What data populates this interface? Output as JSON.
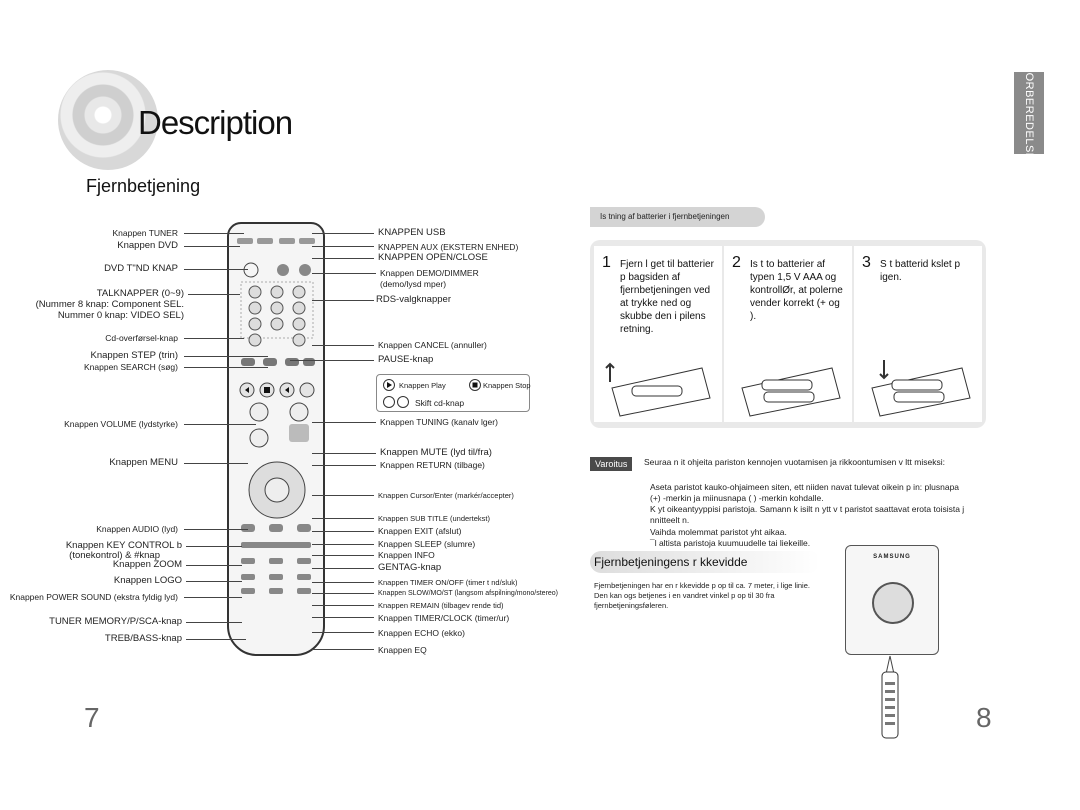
{
  "page": {
    "title": "Description",
    "subtitle": "Fjernbetjening",
    "side_tab": "FORBEREDELSE",
    "page_left": "7",
    "page_right": "8"
  },
  "left_labels": [
    "Knappen TUNER",
    "Knappen DVD",
    "DVD T\"ND KNAP",
    "TALKNAPPER (0~9)",
    "(Nummer 8 knap: Component SEL.",
    "Nummer 0 knap: VIDEO SEL)",
    "Cd-overførsel-knap",
    "Knappen STEP (trin)",
    "Knappen SEARCH (søg)",
    "Knappen VOLUME (lydstyrke)",
    "Knappen MENU",
    "Knappen AUDIO (lyd)",
    "Knappen KEY CONTROL b",
    "(tonekontrol) & #knap",
    "Knappen ZOOM",
    "Knappen LOGO",
    "Knappen POWER SOUND (ekstra fyldig lyd)",
    "TUNER MEMORY/P/SCA-knap",
    "TREB/BASS-knap"
  ],
  "right_labels": [
    "KNAPPEN USB",
    "KNAPPEN AUX (EKSTERN ENHED)",
    "KNAPPEN OPEN/CLOSE",
    "Knappen DEMO/DIMMER",
    "(demo/lysd mper)",
    "RDS-valgknapper",
    "Knappen CANCEL (annuller)",
    "PAUSE-knap",
    "Knappen Play",
    "Knappen Stop",
    "Skift cd-knap",
    "Knappen TUNING (kanalv lger)",
    "Knappen MUTE (lyd til/fra)",
    "Knappen RETURN (tilbage)",
    "Knappen Cursor/Enter (markér/accepter)",
    "Knappen SUB TITLE (undertekst)",
    "Knappen EXIT (afslut)",
    "Knappen SLEEP (slumre)",
    "Knappen INFO",
    "GENTAG-knap",
    "Knappen TIMER ON/OFF (timer t nd/sluk)",
    "Knappen SLOW/MO/ST (langsom afspilning/mono/stereo)",
    "Knappen REMAIN (tilbagev rende tid)",
    "Knappen TIMER/CLOCK (timer/ur)",
    "Knappen ECHO (ekko)",
    "Knappen EQ"
  ],
  "battery": {
    "header": "Is tning af batterier i fjernbetjeningen",
    "steps": [
      {
        "num": "1",
        "text": "Fjern l get til batterier p bagsiden af fjernbetjeningen ved at trykke ned og skubbe den i pilens retning."
      },
      {
        "num": "2",
        "text": "Is t to batterier af typen 1,5 V AAA og kontrollØr, at polerne vender korrekt (+ og  )."
      },
      {
        "num": "3",
        "text": "S t batterid kslet p igen."
      }
    ]
  },
  "warning": {
    "label": "Varoitus",
    "intro": "Seuraa n it  ohjeita pariston kennojen vuotamisen ja rikkoontumisen v ltt miseksi:",
    "lines": [
      "Aseta paristot kauko-ohjaimeen siten, ett  niiden navat tulevat oikein p in: plusnapa (+) -merkin ja miinusnapa ( ) -merkin kohdalle.",
      "K yt  oikeantyyppisi  paristoja. Samann k isilt  n ytt v t paristot saattavat erota toisista j nnitteelt  n.",
      "Vaihda molemmat paristot yht  aikaa.",
      "¯l  altista paristoja kuumuudelle tai liekeille."
    ]
  },
  "range": {
    "title": "Fjernbetjeningens r kkevidde",
    "text": "Fjernbetjeningen har en r kkevidde p  op til ca. 7 meter, i lige linie. Den kan ogs  betjenes i en vandret vinkel p  op til 30  fra fjernbetjeningsføleren.",
    "brand": "SAMSUNG"
  }
}
